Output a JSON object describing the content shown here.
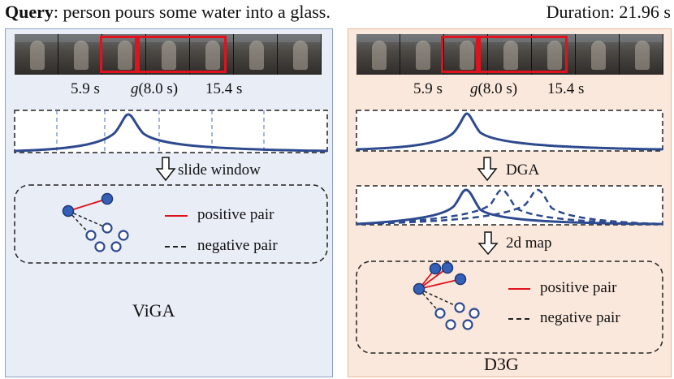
{
  "header": {
    "query_label": "Query",
    "query_text": ": person pours some water into a glass.",
    "duration": "Duration: 21.96 s"
  },
  "timeline": {
    "start": "5.9 s",
    "g_symbol": "g",
    "g_value": "(8.0 s)",
    "end": "15.4 s"
  },
  "left_panel": {
    "title": "ViGA",
    "step_label": "slide window",
    "legend": {
      "positive": "positive pair",
      "negative": "negative pair"
    }
  },
  "right_panel": {
    "title": "D3G",
    "step1_label": "DGA",
    "step2_label": "2d map",
    "legend": {
      "positive": "positive pair",
      "negative": "negative pair"
    }
  },
  "colors": {
    "curve": "#2e4a8f",
    "positive_line": "#e0121e",
    "node_fill": "#3560b8",
    "left_bg": "#e9edf6",
    "right_bg": "#fbe8dc",
    "window_line": "#6f8fd0"
  }
}
